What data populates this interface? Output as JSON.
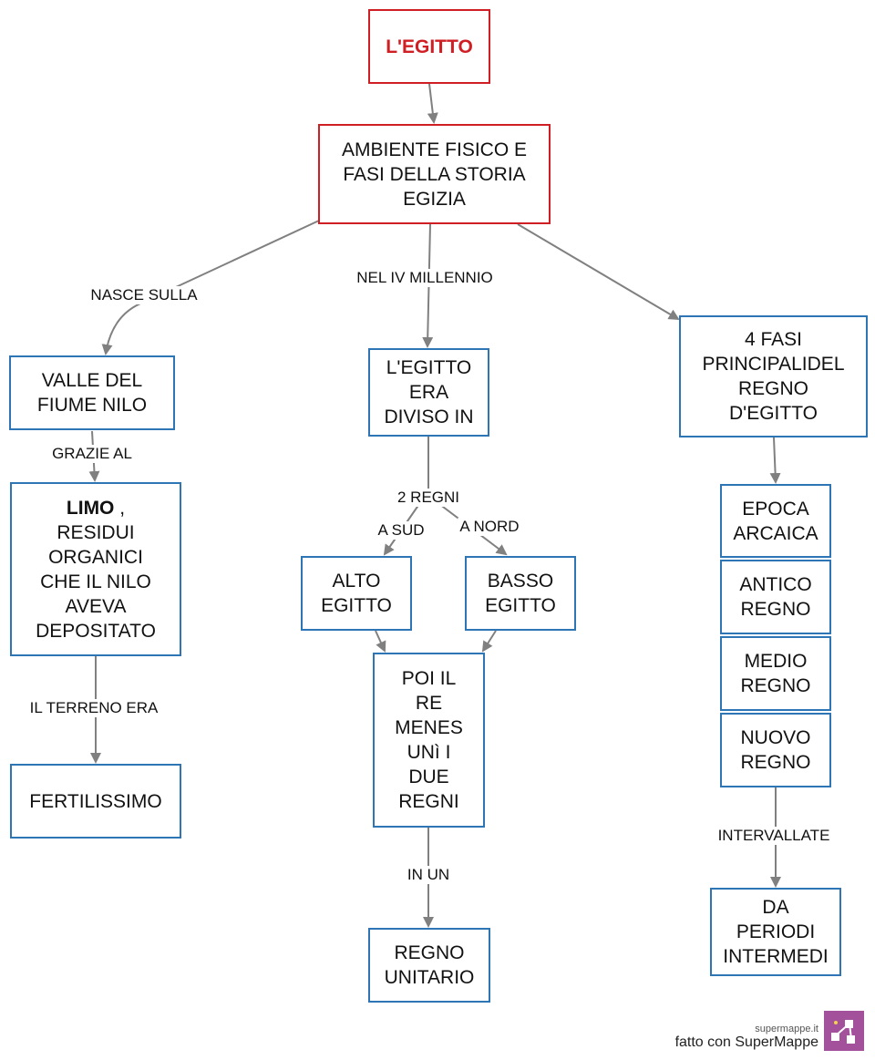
{
  "nodes": {
    "egitto": "L'EGITTO",
    "ambiente": "AMBIENTE FISICO E\nFASI DELLA STORIA\nEGIZIA",
    "valle": "VALLE DEL\nFIUME NILO",
    "limo_bold": "LIMO",
    "limo_rest": " ,\nRESIDUI\nORGANICI\nCHE IL NILO\nAVEVA\nDEPOSITATO",
    "fertilissimo": "FERTILISSIMO",
    "diviso": "L'EGITTO\nERA\nDIVISO IN",
    "alto": "ALTO\nEGITTO",
    "basso": "BASSO\nEGITTO",
    "menes": "POI IL\nRE\nMENES\nUNì I\nDUE\nREGNI",
    "unitario": "REGNO\nUNITARIO",
    "fasi": "4 FASI\nPRINCIPALIDEL\nREGNO\nD'EGITTO",
    "arcaica": "EPOCA\nARCAICA",
    "antico": "ANTICO\nREGNO",
    "medio": "MEDIO\nREGNO",
    "nuovo": "NUOVO\nREGNO",
    "intermedi": "DA\nPERIODI\nINTERMEDI"
  },
  "labels": {
    "nasce": "NASCE SULLA",
    "millennio": "NEL IV MILLENNIO",
    "grazie": "GRAZIE AL",
    "terreno": "IL TERRENO ERA",
    "due_regni": "2 REGNI",
    "a_sud": "A SUD",
    "a_nord": "A NORD",
    "in_un": "IN UN",
    "intervallate": "INTERVALLATE"
  },
  "footer": {
    "site": "supermappe.it",
    "made_with": "fatto con SuperMappe"
  },
  "colors": {
    "title_red": "#d01f24",
    "node_blue": "#2e75b6",
    "edge_gray": "#808080",
    "logo_purple": "#a3519b"
  }
}
